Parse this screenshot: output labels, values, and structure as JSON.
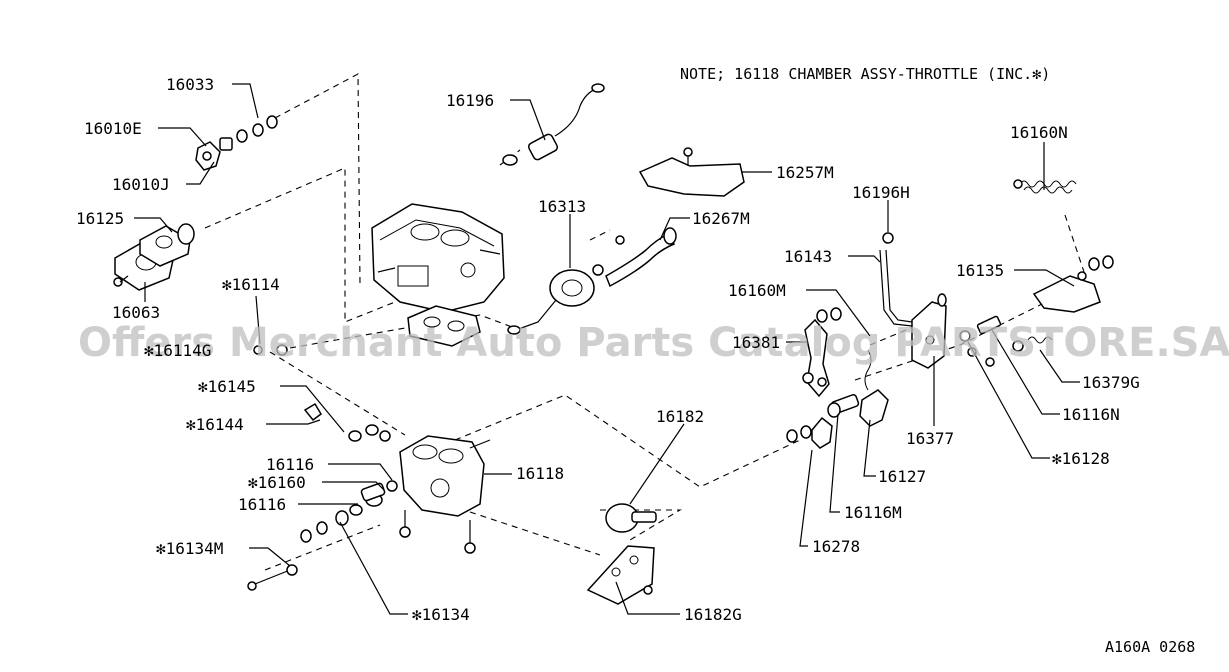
{
  "note": "NOTE; 16118 CHAMBER ASSY-THROTTLE (INC.✻)",
  "figure_code": "A160A 0268",
  "watermark": "Offers Merchant Auto Parts Catalog PARTSTORE.SA",
  "labels": {
    "p16033": "16033",
    "p16010E": "16010E",
    "p16010J": "16010J",
    "p16125": "16125",
    "p16063": "16063",
    "p16114": "✻16114",
    "p16114G": "✻16114G",
    "p16145": "✻16145",
    "p16144": "✻16144",
    "p16116a": "16116",
    "p16160": "✻16160",
    "p16116b": "16116",
    "p16118": "16118",
    "p16134M": "✻16134M",
    "p16134": "✻16134",
    "p16196": "16196",
    "p16313": "16313",
    "p16257M": "16257M",
    "p16267M": "16267M",
    "p16182": "16182",
    "p16182G": "16182G",
    "p16196H": "16196H",
    "p16143": "16143",
    "p16160M": "16160M",
    "p16381": "16381",
    "p16160N": "16160N",
    "p16135": "16135",
    "p16379G": "16379G",
    "p16116N": "16116N",
    "p16377": "16377",
    "p16128": "✻16128",
    "p16127": "16127",
    "p16116M": "16116M",
    "p16278": "16278"
  }
}
